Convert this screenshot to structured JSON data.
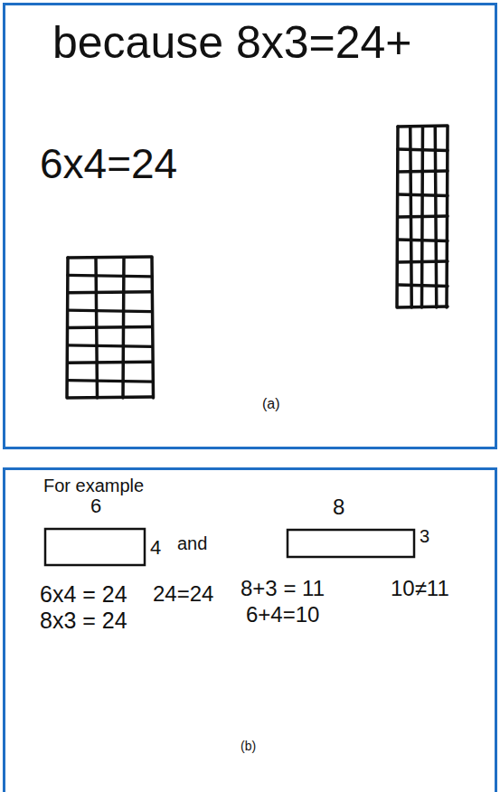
{
  "diagram": {
    "nodes": [
      {
        "text": [
          "because 8x3=24+",
          "6x4=24",
          "(a)"
        ]
      },
      {
        "text": [
          "For example",
          "6",
          "4",
          "and",
          "8",
          "3",
          "6x4 = 24",
          "8x3 = 24",
          "24=24",
          "8+3 = 11",
          "6+4=10",
          "10≠11",
          "(b)"
        ]
      }
    ]
  }
}
